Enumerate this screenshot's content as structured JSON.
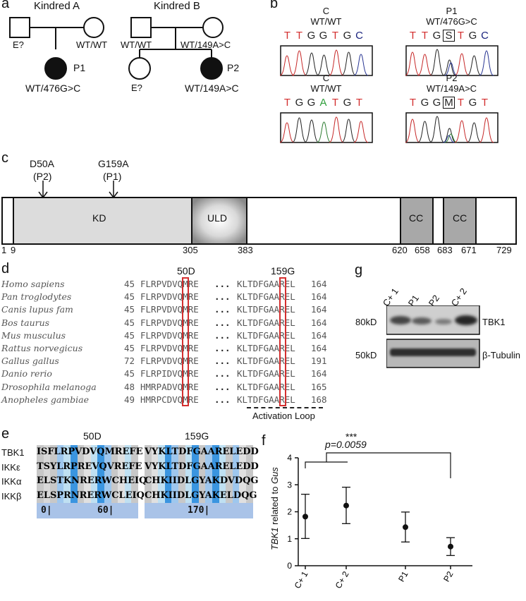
{
  "panel_a": {
    "letter": "a",
    "kindred_a": "Kindred A",
    "kindred_b": "Kindred B",
    "a_father": "E?",
    "a_mother": "WT/WT",
    "a_child_id": "P1",
    "a_child_geno": "WT/476G>C",
    "b_father": "WT/WT",
    "b_mother": "WT/149A>C",
    "b_child1": "E?",
    "b_child2_id": "P2",
    "b_child2_geno": "WT/149A>C"
  },
  "panel_b": {
    "letter": "b",
    "traces": [
      {
        "title": "C",
        "geno": "WT/WT",
        "seq": [
          "T",
          "T",
          "G",
          "G",
          "T",
          "G",
          "C"
        ],
        "boxed": -1,
        "colors": [
          "#d32f2f",
          "#d32f2f",
          "#222",
          "#222",
          "#d32f2f",
          "#222",
          "#1a237e"
        ]
      },
      {
        "title": "P1",
        "geno": "WT/476G>C",
        "seq": [
          "T",
          "T",
          "G",
          "S",
          "T",
          "G",
          "C"
        ],
        "boxed": 3,
        "colors": [
          "#d32f2f",
          "#d32f2f",
          "#222",
          "#222",
          "#d32f2f",
          "#222",
          "#1a237e"
        ]
      },
      {
        "title": "C",
        "geno": "WT/WT",
        "seq": [
          "T",
          "G",
          "G",
          "A",
          "T",
          "G",
          "T"
        ],
        "boxed": -1,
        "colors": [
          "#d32f2f",
          "#222",
          "#222",
          "#2e9e3a",
          "#d32f2f",
          "#222",
          "#d32f2f"
        ]
      },
      {
        "title": "P2",
        "geno": "WT/149A>C",
        "seq": [
          "T",
          "G",
          "G",
          "M",
          "T",
          "G",
          "T"
        ],
        "boxed": 3,
        "colors": [
          "#d32f2f",
          "#222",
          "#222",
          "#222",
          "#d32f2f",
          "#222",
          "#d32f2f"
        ]
      }
    ]
  },
  "panel_c": {
    "letter": "c",
    "mut1_name": "D50A",
    "mut1_patient": "(P2)",
    "mut2_name": "G159A",
    "mut2_patient": "(P1)",
    "kd_label": "KD",
    "uld_label": "ULD",
    "cc1_label": "CC",
    "cc2_label": "CC",
    "positions": [
      "1",
      "9",
      "305",
      "383",
      "620",
      "658",
      "683",
      "671",
      "729"
    ]
  },
  "panel_d": {
    "letter": "d",
    "header_50": "50D",
    "header_159": "159G",
    "rows": [
      {
        "species": "Homo sapiens",
        "start": "45",
        "left": "FLRPVDVQMRE",
        "right": "KLTDFGAAREL",
        "end": "164"
      },
      {
        "species": "Pan troglodytes",
        "start": "45",
        "left": "FLRPVDVQMRE",
        "right": "KLTDFGAAREL",
        "end": "164"
      },
      {
        "species": "Canis lupus fam",
        "start": "45",
        "left": "FLRPVDVQMRE",
        "right": "KLTDFGAAREL",
        "end": "164"
      },
      {
        "species": "Bos taurus",
        "start": "45",
        "left": "FLRPVDVQMRE",
        "right": "KLTDFGAAREL",
        "end": "164"
      },
      {
        "species": "Mus musculus",
        "start": "45",
        "left": "FLRPVDVQMRE",
        "right": "KLTDFGAAREL",
        "end": "164"
      },
      {
        "species": "Rattus norvegicus",
        "start": "45",
        "left": "FLRPVDVQMRE",
        "right": "KLTDFGAAREL",
        "end": "164"
      },
      {
        "species": "Gallus gallus",
        "start": "72",
        "left": "FLRPVDVQMRE",
        "right": "KLTDFGAAREL",
        "end": "191"
      },
      {
        "species": "Danio rerio",
        "start": "45",
        "left": "FLRPIDVQMRE",
        "right": "KLTDFGAAREL",
        "end": "164"
      },
      {
        "species": "Drosophila melanoga",
        "start": "48",
        "left": "HMRPADVQMRE",
        "right": "KLTDFGAAREL",
        "end": "165"
      },
      {
        "species": "Anopheles gambiae",
        "start": "49",
        "left": "HMRPCDVQMRE",
        "right": "KLTDFGAAREL",
        "end": "168"
      }
    ],
    "ellipsis": "...",
    "activation_loop": "Activation Loop"
  },
  "panel_e": {
    "letter": "e",
    "header_50": "50D",
    "header_159": "159G",
    "rows": [
      {
        "name": "TBK1",
        "left": "ISFLRPVDVQMREFE",
        "right": "VYKLTDFGAARELEDD"
      },
      {
        "name": "IKKε",
        "left": "TSYLRPREVQVREFE",
        "right": "VYKLTDFGAARELEDD"
      },
      {
        "name": "IKKα",
        "left": "ELSTKNRERWCHEIQ",
        "right": "CHKIIDLGYAKDVDQG"
      },
      {
        "name": "IKKβ",
        "left": "ELSPRNRERWCLEIQ",
        "right": "CHKIIDLGYAKELDQG"
      }
    ],
    "ruler_left": [
      "0|",
      "60|"
    ],
    "ruler_right": "170|"
  },
  "panel_f": {
    "letter": "f",
    "significance": "***",
    "pvalue": "p=0.0059",
    "ylabel_gene": "TBK1",
    "ylabel_rest": " related to ",
    "ylabel_ref": "Gus"
  },
  "panel_g": {
    "letter": "g",
    "lanes": [
      "C+ 1",
      "P1",
      "P2",
      "C+ 2"
    ],
    "top_mw": "80kD",
    "top_protein": "TBK1",
    "bottom_mw": "50kD",
    "bottom_protein": "β-Tubulin"
  },
  "chart_data": {
    "type": "scatter",
    "categories": [
      "C+ 1",
      "C+ 2",
      "P1",
      "P2"
    ],
    "series": [
      {
        "values": [
          1.82,
          2.23,
          1.43,
          0.71
        ],
        "err_low": [
          1.01,
          1.56,
          0.88,
          0.38
        ],
        "err_high": [
          2.65,
          2.91,
          1.99,
          1.04
        ]
      }
    ],
    "ylim": [
      0,
      4
    ],
    "yticks": [
      "0",
      "1",
      "2",
      "3",
      "4"
    ],
    "ylabel": "TBK1 related to Gus",
    "annotation": "p=0.0059",
    "significance": "***"
  }
}
